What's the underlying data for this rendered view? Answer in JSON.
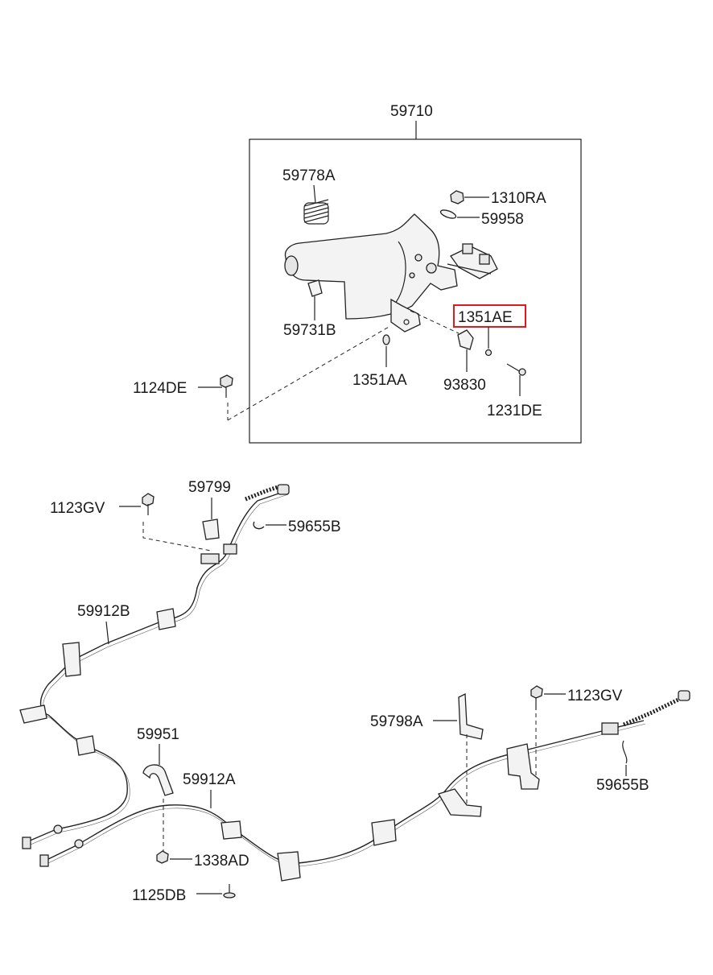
{
  "labels": {
    "assembly": "59710",
    "spring": "59778A",
    "nut_top": "1310RA",
    "clip_top": "59958",
    "grip": "59731B",
    "highlighted": "1351AE",
    "bolt_left": "1124DE",
    "washer": "1351AA",
    "bracket_small": "93830",
    "screw": "1231DE",
    "bolt_left_mid": "1123GV",
    "clip_upper": "59799",
    "clip_ring_upper": "59655B",
    "cable_b": "59912B",
    "bolt_right_mid": "1123GV",
    "bracket_right": "59798A",
    "clip_lower": "59951",
    "cable_a": "59912A",
    "clip_ring_lower": "59655B",
    "nut_lower": "1338AD",
    "bolt_lower": "1125DB"
  },
  "colors": {
    "highlight": "#e0191d",
    "line": "#222222"
  }
}
